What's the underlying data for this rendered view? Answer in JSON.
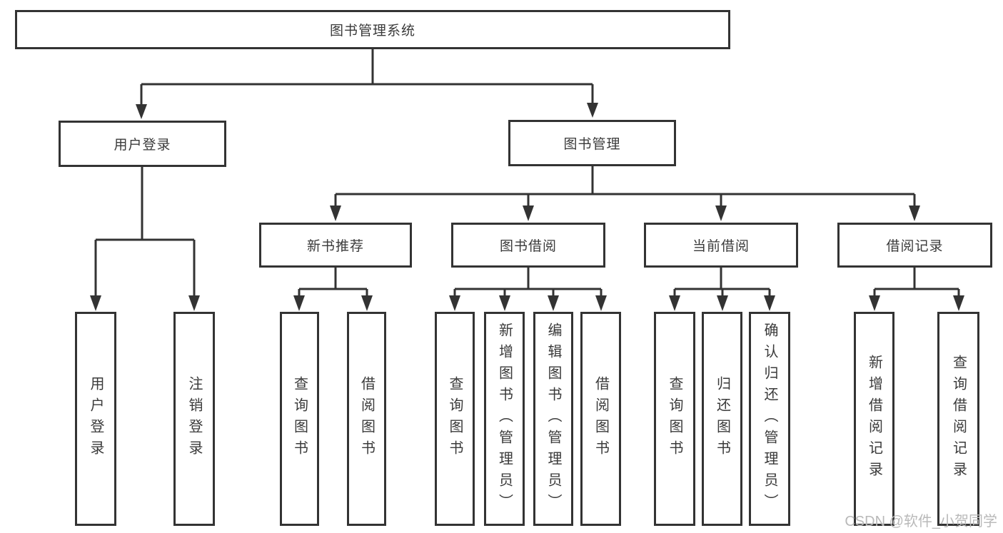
{
  "diagram": {
    "type": "hierarchy-tree",
    "background_color": "#ffffff",
    "line_color": "#333333",
    "box_border_color": "#333333",
    "text_color": "#3a3a3a"
  },
  "nodes": {
    "root": "图书管理系统",
    "user_login": "用户登录",
    "book_mgmt": "图书管理",
    "new_book_rec": "新书推荐",
    "book_borrow": "图书借阅",
    "current_borrow": "当前借阅",
    "borrow_record": "借阅记录",
    "leaf_user_login": "用户登录",
    "leaf_logout": "注销登录",
    "leaf_nbr_query": "查询图书",
    "leaf_nbr_borrow": "借阅图书",
    "leaf_bb_query": "查询图书",
    "leaf_bb_add": "新增图书（管理员）",
    "leaf_bb_edit": "编辑图书（管理员）",
    "leaf_bb_borrow": "借阅图书",
    "leaf_cb_query": "查询图书",
    "leaf_cb_return": "归还图书",
    "leaf_cb_confirm": "确认归还（管理员）",
    "leaf_br_add": "新增借阅记录",
    "leaf_br_query": "查询借阅记录"
  },
  "watermark": {
    "text": "CSDN @软件_小贺同学",
    "color": "#b9b9b9"
  }
}
